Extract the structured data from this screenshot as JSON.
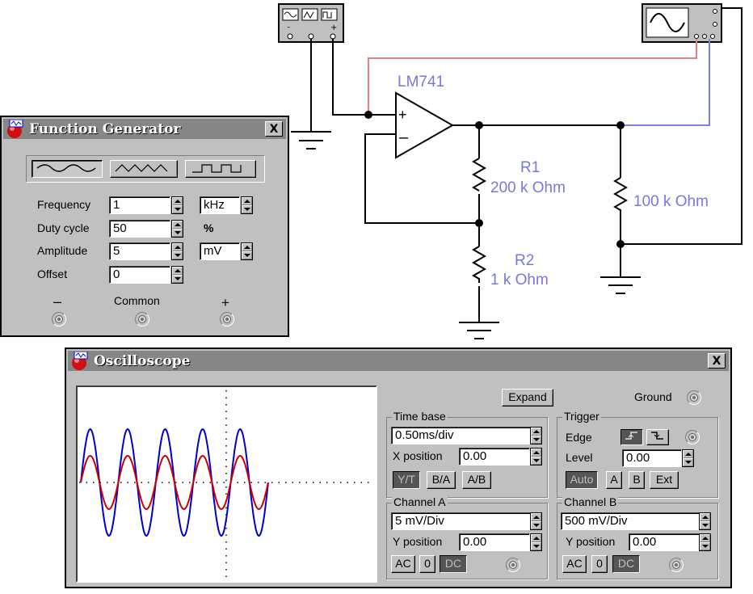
{
  "schematic": {
    "opamp_label": "LM741",
    "r1_name": "R1",
    "r1_value": "200 k Ohm",
    "r2_name": "R2",
    "r2_value": "1 k Ohm",
    "r3_value": "100 k Ohm",
    "colors": {
      "wire": "#000000",
      "channel_a_wire": "#e08080",
      "channel_b_wire": "#8080e0",
      "label": "#7777dd"
    }
  },
  "function_generator": {
    "title": "Function Generator",
    "close_label": "X",
    "waveforms": [
      "sine-wave-icon",
      "triangle-wave-icon",
      "square-wave-icon"
    ],
    "selected_waveform": "sine",
    "frequency": {
      "label": "Frequency",
      "value": "1",
      "unit": "kHz"
    },
    "duty_cycle": {
      "label": "Duty cycle",
      "value": "50",
      "unit": "%"
    },
    "amplitude": {
      "label": "Amplitude",
      "value": "5",
      "unit": "mV"
    },
    "offset": {
      "label": "Offset",
      "value": "0"
    },
    "terminals": {
      "minus": "–",
      "common": "Common",
      "plus": "+"
    }
  },
  "oscilloscope": {
    "title": "Oscilloscope",
    "close_label": "X",
    "expand_label": "Expand",
    "ground_label": "Ground",
    "time_base": {
      "title": "Time base",
      "value": "0.50ms/div",
      "x_position_label": "X position",
      "x_position": "0.00",
      "modes": [
        "Y/T",
        "B/A",
        "A/B"
      ],
      "active_mode": "Y/T"
    },
    "trigger": {
      "title": "Trigger",
      "edge_label": "Edge",
      "level_label": "Level",
      "level": "0.00",
      "buttons": [
        "Auto",
        "A",
        "B",
        "Ext"
      ],
      "active": "Auto"
    },
    "channel_a": {
      "title": "Channel A",
      "scale": "5 mV/Div",
      "y_position_label": "Y position",
      "y_position": "0.00",
      "coupling": [
        "AC",
        "0",
        "DC"
      ],
      "active_coupling": "DC"
    },
    "channel_b": {
      "title": "Channel B",
      "scale": "500 mV/Div",
      "y_position_label": "Y position",
      "y_position": "0.00",
      "coupling": [
        "AC",
        "0",
        "DC"
      ],
      "active_coupling": "DC"
    },
    "traces": {
      "colors": {
        "channel_a": "#cc0000",
        "channel_b": "#0000cc"
      },
      "cycles_shown": 5,
      "channel_a_amplitude_div": 0.75,
      "channel_b_amplitude_div": 1.5
    }
  }
}
